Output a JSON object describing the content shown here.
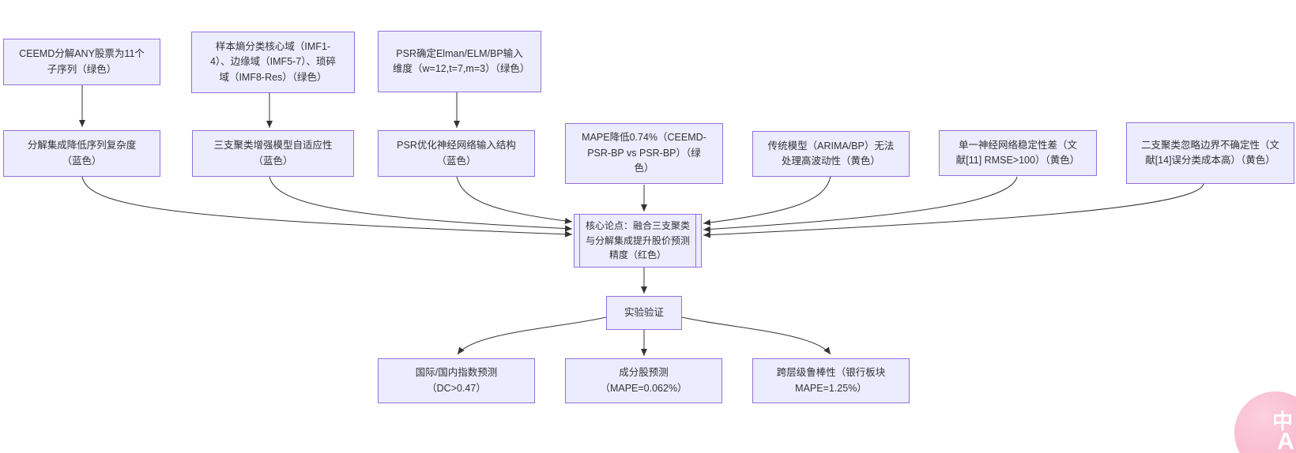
{
  "diagram": {
    "type": "flowchart",
    "background": "#ffffff",
    "colors": {
      "node_fill": "#ECECFF",
      "node_border": "#9370DB",
      "arrow": "#333333",
      "text": "#333333",
      "badge_pink": "#F7AAC5"
    },
    "nodes": {
      "ceemd": {
        "label": "CEEMD分解ANY股票为11个子序列（绿色）"
      },
      "entropy": {
        "label": "样本熵分类核心域（IMF1-4）、边缘域（IMF5-7）、琐碎域（IMF8-Res）（绿色）"
      },
      "psr_dim": {
        "label": "PSR确定Elman/ELM/BP输入维度（w=12,t=7,m=3）（绿色）"
      },
      "decomp": {
        "label": "分解集成降低序列复杂度（蓝色）"
      },
      "threeway": {
        "label": "三支聚类增强模型自适应性（蓝色）"
      },
      "psr_opt": {
        "label": "PSR优化神经网络输入结构（蓝色）"
      },
      "mape_drop": {
        "label": "MAPE降低0.74%（CEEMD-PSR-BP vs PSR-BP）（绿色）"
      },
      "traditional": {
        "label": "传统模型（ARIMA/BP）无法处理高波动性（黄色）"
      },
      "single_nn": {
        "label": "单一神经网络稳定性差（文献[11] RMSE>100）（黄色）"
      },
      "twoway": {
        "label": "二支聚类忽略边界不确定性（文献[14]误分类成本高）（黄色）"
      },
      "core": {
        "label": "核心论点：融合三支聚类与分解集成提升股价预测精度（红色）"
      },
      "experiment": {
        "label": "实验验证"
      },
      "index_pred": {
        "label": "国际/国内指数预测（DC>0.47）"
      },
      "component": {
        "label": "成分股预测（MAPE=0.062%）"
      },
      "robustness": {
        "label": "跨层级鲁棒性（银行板块MAPE=1.25%）"
      }
    },
    "edges": [
      {
        "from": "ceemd",
        "to": "decomp"
      },
      {
        "from": "entropy",
        "to": "threeway"
      },
      {
        "from": "psr_dim",
        "to": "psr_opt"
      },
      {
        "from": "decomp",
        "to": "core"
      },
      {
        "from": "threeway",
        "to": "core"
      },
      {
        "from": "psr_opt",
        "to": "core"
      },
      {
        "from": "mape_drop",
        "to": "core"
      },
      {
        "from": "traditional",
        "to": "core"
      },
      {
        "from": "single_nn",
        "to": "core"
      },
      {
        "from": "twoway",
        "to": "core"
      },
      {
        "from": "core",
        "to": "experiment"
      },
      {
        "from": "experiment",
        "to": "index_pred"
      },
      {
        "from": "experiment",
        "to": "component"
      },
      {
        "from": "experiment",
        "to": "robustness"
      }
    ]
  },
  "badge": {
    "line1": "中",
    "line2": "A"
  }
}
